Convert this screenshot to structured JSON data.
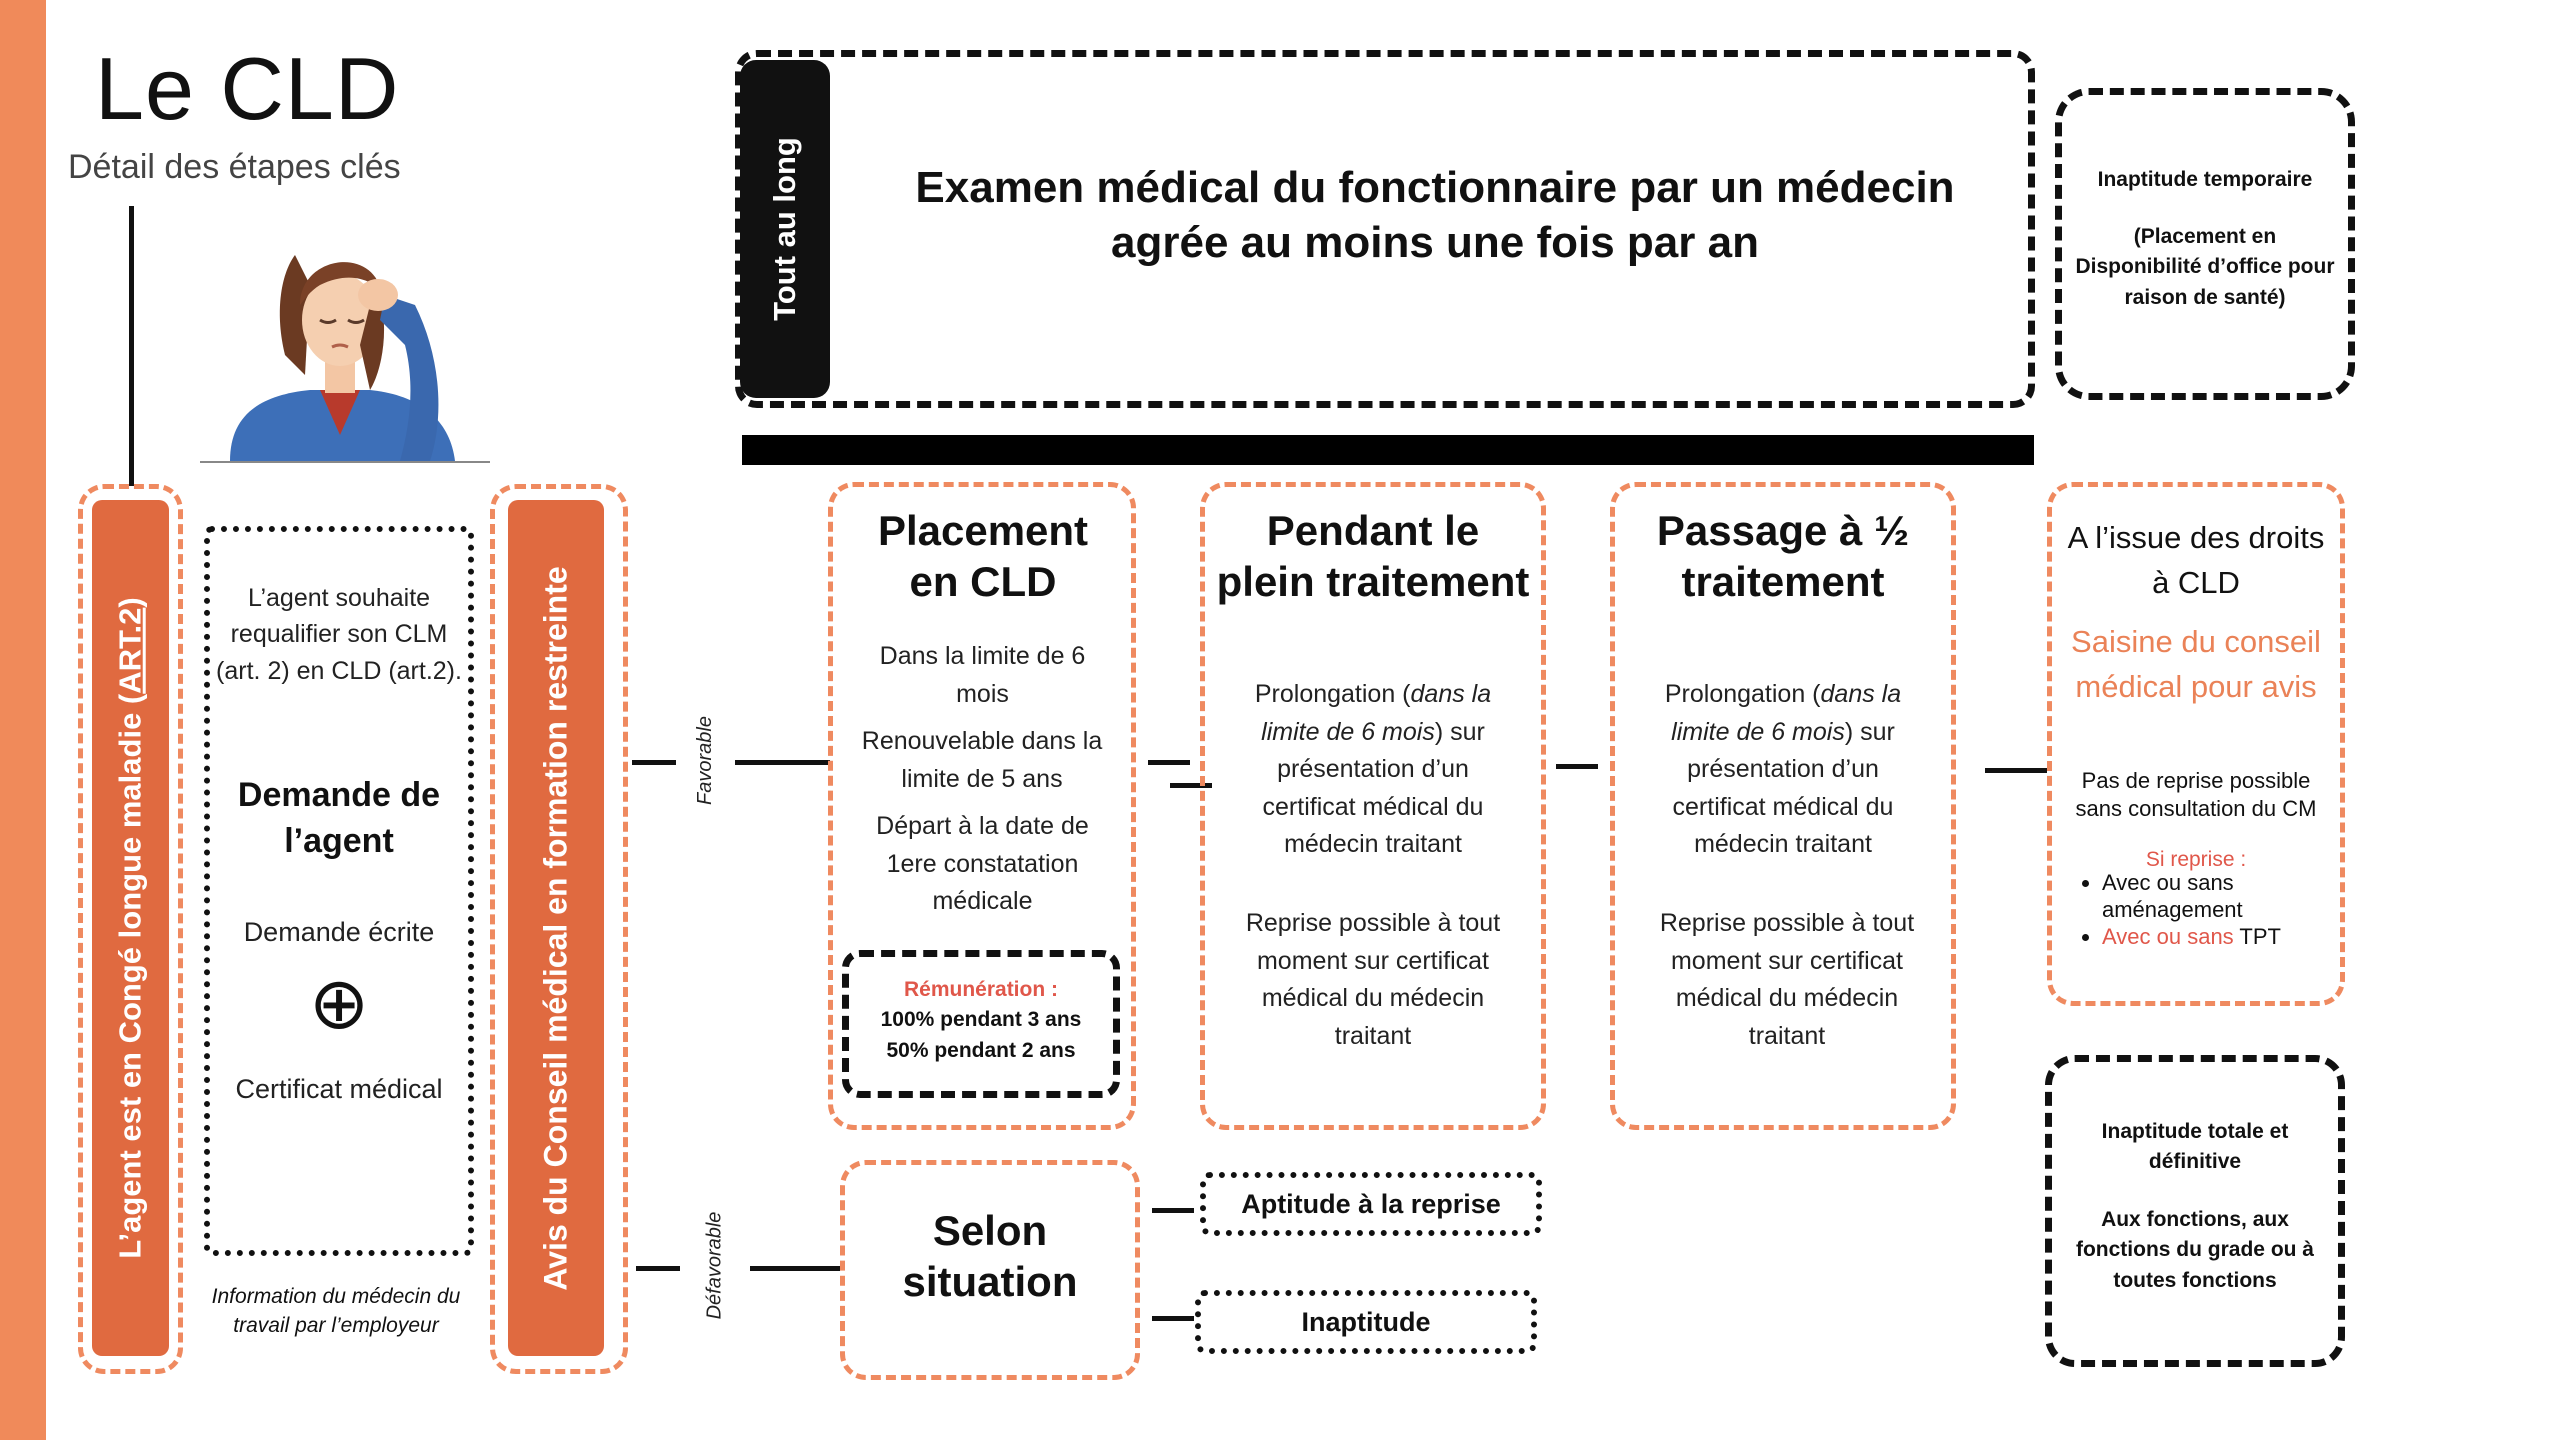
{
  "header": {
    "title": "Le CLD",
    "subtitle": "Détail des étapes clés"
  },
  "left_column": {
    "pill_text": "L’agent est en Congé longue maladie (",
    "pill_art": "ART.2",
    "pill_close": ")",
    "request_intro": "L’agent souhaite requalifier son CLM (art. 2) en CLD (art.2).",
    "request_title": "Demande de l’agent",
    "request_written": "Demande écrite",
    "plus_symbol": "⊕",
    "request_certificate": "Certificat médical",
    "info_note": "Information du médecin du travail par l’employeur"
  },
  "conseil": {
    "pill_text": "Avis du Conseil médical en formation restreinte"
  },
  "branches": {
    "favorable": "Favorable",
    "defavorable": "Défavorable"
  },
  "top_banner": {
    "side_label": "Tout au long",
    "text": "Examen médical du fonctionnaire par un médecin agrée au moins une fois par an"
  },
  "inaptitude_temp": {
    "title": "Inaptitude temporaire",
    "detail": "(Placement en Disponibilité d’office pour raison de santé)"
  },
  "placement": {
    "title": "Placement en CLD",
    "line1": "Dans la limite de 6 mois",
    "line2": "Renouvelable dans la limite de 5 ans",
    "line3": "Départ à la date de 1ere constatation médicale",
    "remuneration_label": "Rémunération :",
    "remuneration_1": "100% pendant 3 ans",
    "remuneration_2": "50% pendant 2 ans"
  },
  "plein": {
    "title": "Pendant le plein traitement",
    "p1_a": "Prolongation (",
    "p1_italic": "dans la limite de 6 mois",
    "p1_b": ") sur présentation d’un certificat médical du médecin traitant",
    "p2": "Reprise possible à tout moment sur certificat médical du médecin traitant"
  },
  "demi": {
    "title": "Passage à ½ traitement",
    "p1_a": "Prolongation (",
    "p1_italic": "dans la limite de 6 mois",
    "p1_b": ") sur présentation d’un certificat médical du médecin traitant",
    "p2": "Reprise possible à tout moment sur certificat médical du médecin traitant"
  },
  "issue": {
    "title": "A l’issue des droits à CLD",
    "saisine": "Saisine du conseil médical pour avis",
    "no_reprise": "Pas de reprise possible sans consultation du CM",
    "si_reprise": "Si reprise :",
    "bullet1": "Avec ou sans aménagement",
    "bullet2_a": "Avec ou sans",
    "bullet2_b": " TPT"
  },
  "inaptitude_totale": {
    "title": "Inaptitude totale et définitive",
    "detail": "Aux fonctions, aux fonctions du grade ou à toutes fonctions"
  },
  "selon": {
    "title": "Selon situation",
    "aptitude": "Aptitude à la reprise",
    "inaptitude": "Inaptitude"
  },
  "colors": {
    "accent": "#f08a5a",
    "pill": "#e06a40",
    "red": "#e0574a"
  }
}
